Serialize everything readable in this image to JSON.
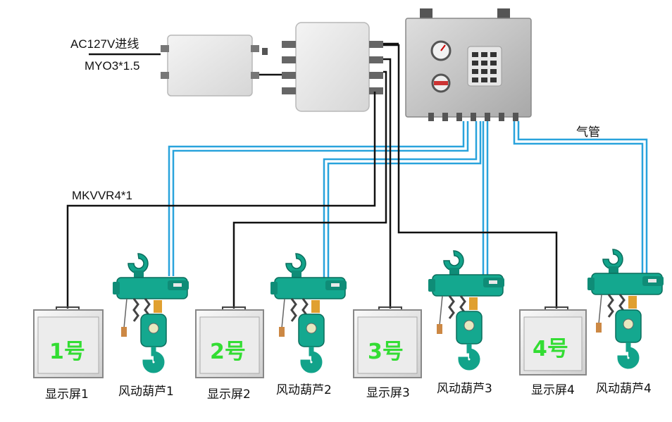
{
  "cables": {
    "power_in_label": "AC127V进线",
    "power_cable_label": "MYO3*1.5",
    "signal_cable_label": "MKVVR4*1",
    "air_pipe_label": "气管"
  },
  "displays": [
    {
      "number": "1号",
      "caption": "显示屏1"
    },
    {
      "number": "2号",
      "caption": "显示屏2"
    },
    {
      "number": "3号",
      "caption": "显示屏3"
    },
    {
      "number": "4号",
      "caption": "显示屏4"
    }
  ],
  "hoists": [
    {
      "caption": "风动葫芦1"
    },
    {
      "caption": "风动葫芦2"
    },
    {
      "caption": "风动葫芦3"
    },
    {
      "caption": "风动葫芦4"
    }
  ],
  "colors": {
    "air_pipe": "#29a3dc",
    "signal_cable": "#111111",
    "display_digits": "#33dd33",
    "hoist_body": "#12a38a",
    "box": "#e9e9e9"
  }
}
